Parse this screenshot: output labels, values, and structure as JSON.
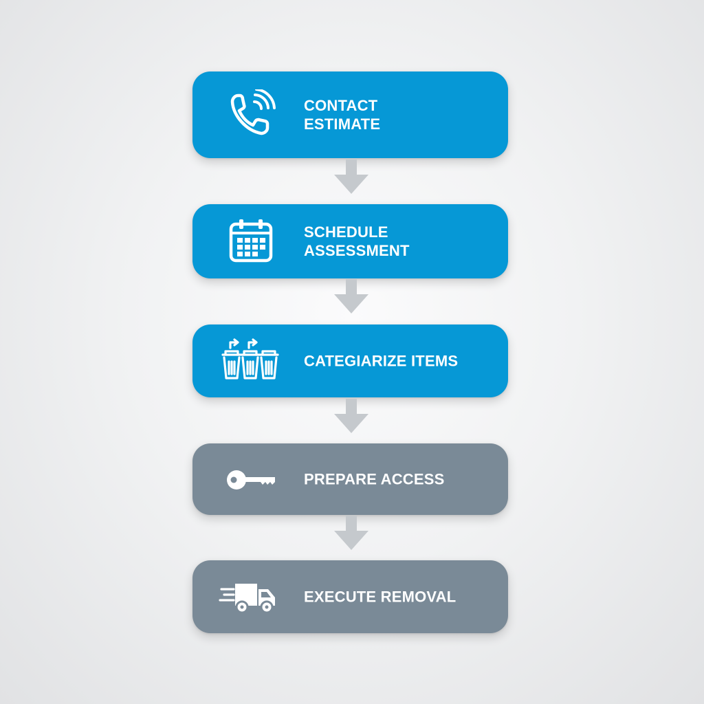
{
  "diagram": {
    "steps": [
      {
        "id": "contact",
        "lines": [
          "CONTACT",
          "ESTIMATE"
        ],
        "icon": "phone-icon",
        "state": "active"
      },
      {
        "id": "schedule",
        "lines": [
          "SCHEDULE",
          "ASSESSMENT"
        ],
        "icon": "calendar-icon",
        "state": "active"
      },
      {
        "id": "categorize",
        "lines": [
          "CATEGIARIZE ITEMS"
        ],
        "icon": "sorting-bins-icon",
        "state": "active"
      },
      {
        "id": "access",
        "lines": [
          "PREPARE ACCESS"
        ],
        "icon": "key-icon",
        "state": "pending"
      },
      {
        "id": "removal",
        "lines": [
          "EXECUTE REMOVAL"
        ],
        "icon": "moving-truck-icon",
        "state": "pending"
      }
    ],
    "colors": {
      "active": "#0698d6",
      "pending": "#7a8a97",
      "arrow": "#c5c9cd",
      "text": "#ffffff"
    }
  }
}
